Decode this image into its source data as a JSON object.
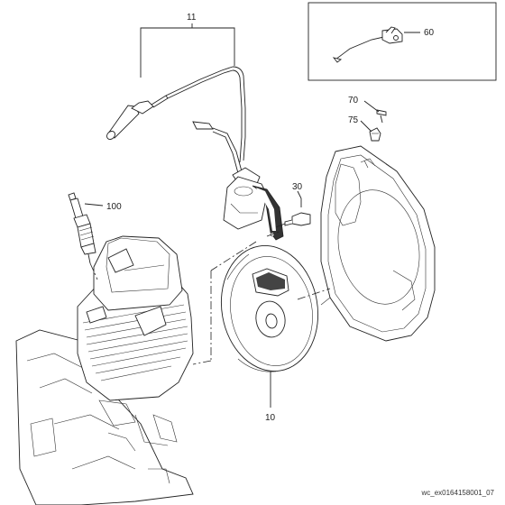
{
  "diagram": {
    "callouts": [
      {
        "id": "11",
        "text": "11"
      },
      {
        "id": "60",
        "text": "60"
      },
      {
        "id": "70",
        "text": "70"
      },
      {
        "id": "75",
        "text": "75"
      },
      {
        "id": "30",
        "text": "30"
      },
      {
        "id": "100",
        "text": "100"
      },
      {
        "id": "10",
        "text": "10"
      }
    ],
    "drawing_code": "wc_ex0164158001_07"
  }
}
